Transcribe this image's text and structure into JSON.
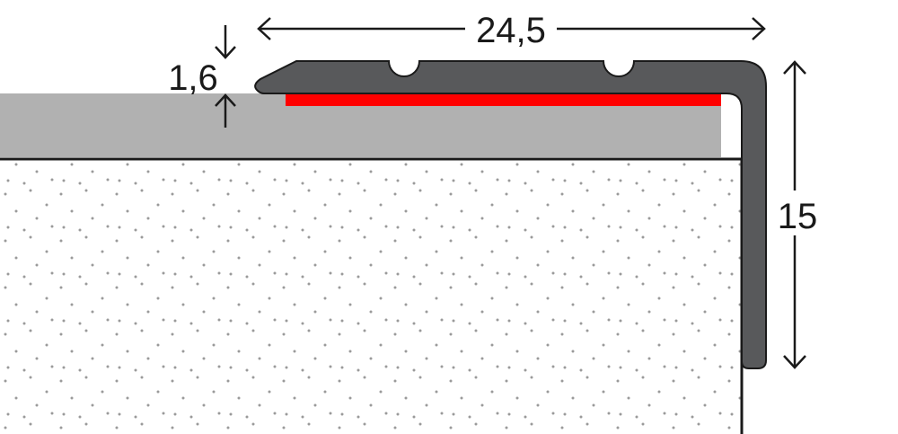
{
  "dimensions": {
    "width_label": "24,5",
    "thickness_label": "1,6",
    "height_label": "15"
  },
  "colors": {
    "profile": "#58595b",
    "covering": "#b1b1b1",
    "adhesive_tape": "#ff0000",
    "substrate": "#ffffff",
    "substrate_dots": "#9a9a9a",
    "lines": "#1a1a1a"
  }
}
